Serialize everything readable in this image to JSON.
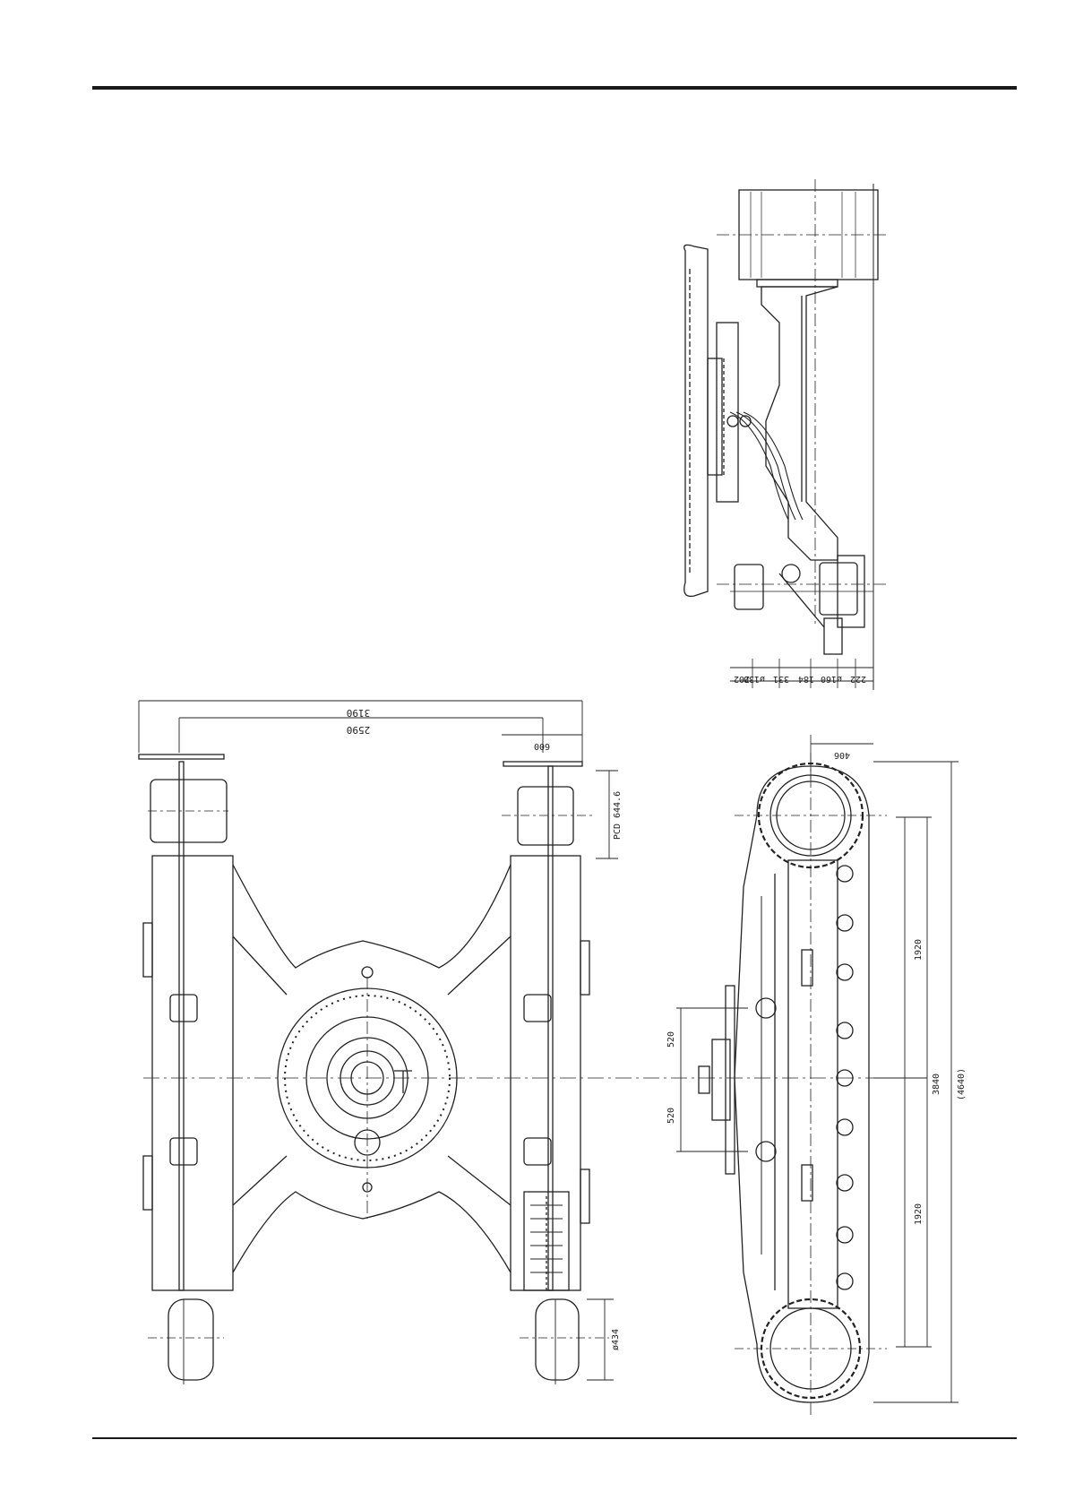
{
  "drawing": {
    "side_view_dims": [
      "202",
      "ø130",
      "331",
      "184",
      "ø160",
      "222"
    ],
    "top_view": {
      "overall_width": "3190",
      "track_gauge": "2590",
      "shoe_width": "600",
      "sprocket_pcd": "PCD 644.6",
      "idler_dia": "ø434"
    },
    "track_view": {
      "sprocket_offset": "406",
      "roller_pitch_upper": "1920",
      "roller_pitch_lower": "1920",
      "tumbler_distance": "3840",
      "overall_length": "(4640)",
      "center_offset_upper": "520",
      "center_offset_lower": "520"
    }
  }
}
